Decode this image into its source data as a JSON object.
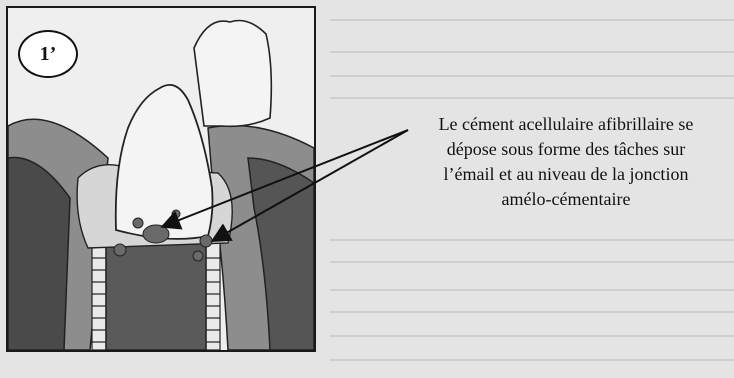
{
  "figure": {
    "label": "1’",
    "caption_lines": [
      "Le cément acellulaire afibrillaire se",
      "dépose sous forme des tâches sur",
      "l’émail et au niveau de la jonction",
      "amélo-cémentaire"
    ]
  },
  "colors": {
    "page_background": "#e4e4e4",
    "bone_dark": "#4a4a4a",
    "gingiva_gray": "#8d8d8d",
    "root_dark": "#555555",
    "enamel_light": "#f2f2f2",
    "outline": "#111111"
  }
}
